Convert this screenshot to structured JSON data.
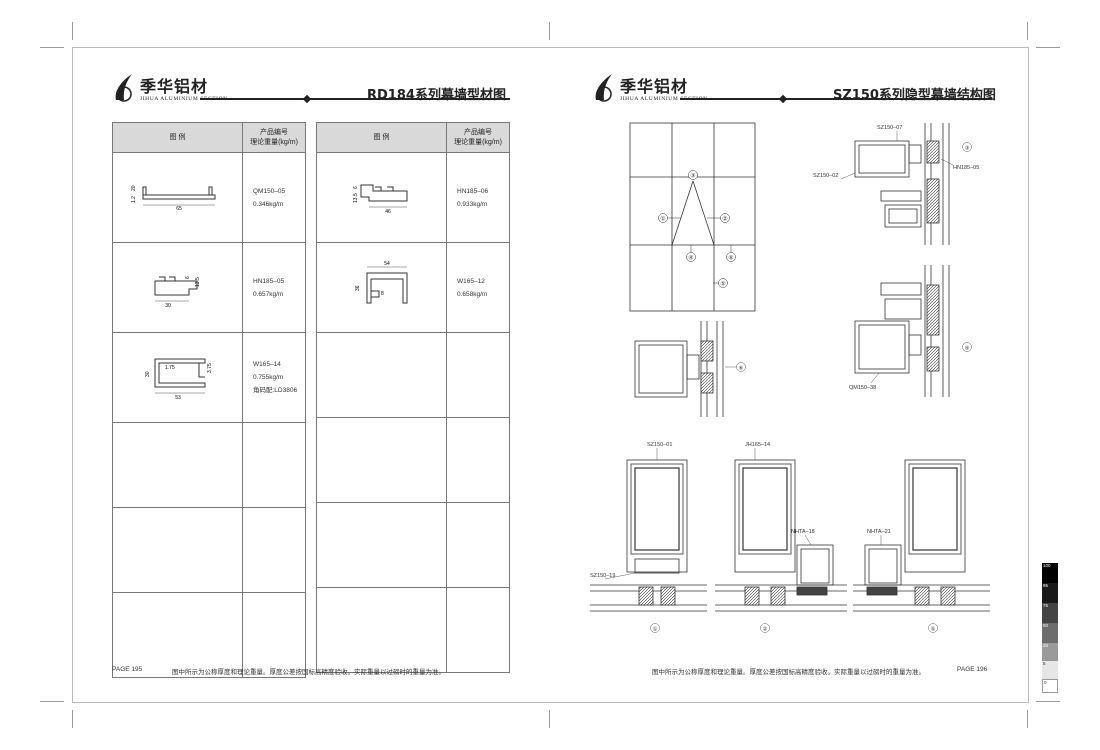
{
  "left_page": {
    "brand": {
      "name": "季华铝材",
      "sub": "JIHUA ALUMINIUM SECTION"
    },
    "title": "RD184系列幕墙型材图",
    "table_headers": {
      "legend": "图  例",
      "code_line1": "产品编号",
      "code_line2": "理论重量(kg/m)"
    },
    "left_column": [
      {
        "code": "QM150–05",
        "weight": "0.346kg/m",
        "dims": [
          "20",
          "1.2",
          "65"
        ]
      },
      {
        "code": "HN185–05",
        "weight": "0.657kg/m",
        "dims": [
          "6",
          "13.5",
          "30"
        ]
      },
      {
        "code": "W165–14",
        "weight": "0.755kg/m",
        "note": "角码配:LD3806",
        "dims": [
          "30",
          "1.75",
          "3.75",
          "53"
        ]
      }
    ],
    "right_column": [
      {
        "code": "HN185–06",
        "weight": "0.933kg/m",
        "dims": [
          "6",
          "13.5",
          "46"
        ]
      },
      {
        "code": "W165–12",
        "weight": "0.658kg/m",
        "dims": [
          "54",
          "36",
          "8"
        ]
      }
    ],
    "page_number": "PAGE 195",
    "footnote": "图中所示为公称厚度和理论重量。厚度公差按国标高精度验收。实际重量以过磅时的重量为准。"
  },
  "right_page": {
    "brand": {
      "name": "季华铝材",
      "sub": "JIHUA ALUMINIUM SECTION"
    },
    "title": "SZ150系列隐型幕墙结构图",
    "elevation_markers": [
      "①",
      "②",
      "③",
      "④",
      "⑤",
      "⑥"
    ],
    "labels": {
      "sz150_07": "SZ150–07",
      "sz150_02": "SZ150–02",
      "hn185_05": "HN185–05",
      "qm150_38": "QM150–38",
      "sz150_01": "SZ150–01",
      "jh165_14": "JH165–14",
      "nhta_18": "NHTA–18",
      "nhta_21": "NHTA–21",
      "sz150_19": "SZ150–19"
    },
    "section_markers": {
      "s3": "③",
      "s4": "④",
      "s6": "⑥",
      "b1": "①",
      "b2": "②",
      "b5": "⑤"
    },
    "page_number": "PAGE 196",
    "footnote": "图中所示为公称厚度和理论重量。厚度公差按国标高精度验收。实际重量以过磅时的重量为准。"
  },
  "color_bar": {
    "labels": [
      "100",
      "95",
      "75",
      "50",
      "25",
      "5",
      "0"
    ],
    "colors": [
      "#000000",
      "#1a1a1a",
      "#444444",
      "#6d6d6d",
      "#9a9a9a",
      "#e6e6e6",
      "#ffffff"
    ]
  }
}
